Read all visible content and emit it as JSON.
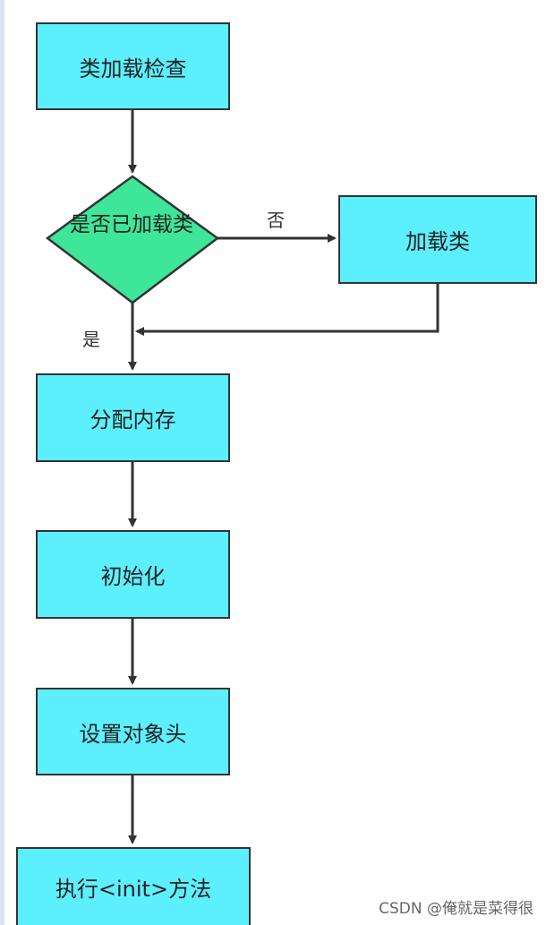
{
  "nodes": {
    "check": "类加载检查",
    "decision": "是否已加载类",
    "load": "加载类",
    "alloc": "分配内存",
    "init": "初始化",
    "header": "设置对象头",
    "exec": "执行<init>方法"
  },
  "edge_labels": {
    "no": "否",
    "yes": "是"
  },
  "watermark": "CSDN @俺就是菜得很",
  "colors": {
    "box_fill": "#5cf0ff",
    "diamond_fill": "#3ee69a",
    "stroke": "#333333"
  }
}
